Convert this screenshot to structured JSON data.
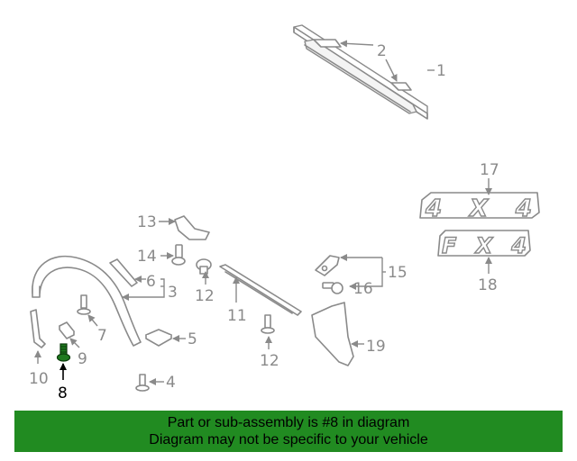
{
  "callouts": {
    "c1": "1",
    "c2": "2",
    "c3": "3",
    "c4": "4",
    "c5": "5",
    "c6": "6",
    "c7": "7",
    "c8": "8",
    "c9": "9",
    "c10": "10",
    "c11": "11",
    "c12a": "12",
    "c12b": "12",
    "c13": "13",
    "c14": "14",
    "c15": "15",
    "c16": "16",
    "c17": "17",
    "c18": "18",
    "c19": "19"
  },
  "badges": {
    "badge_4x4": "4X4",
    "badge_fx4": "FX4"
  },
  "highlight_color": "#218b21",
  "banner": {
    "line1": "Part or sub-assembly is #8 in diagram",
    "line2": "Diagram may not be specific to your vehicle"
  }
}
